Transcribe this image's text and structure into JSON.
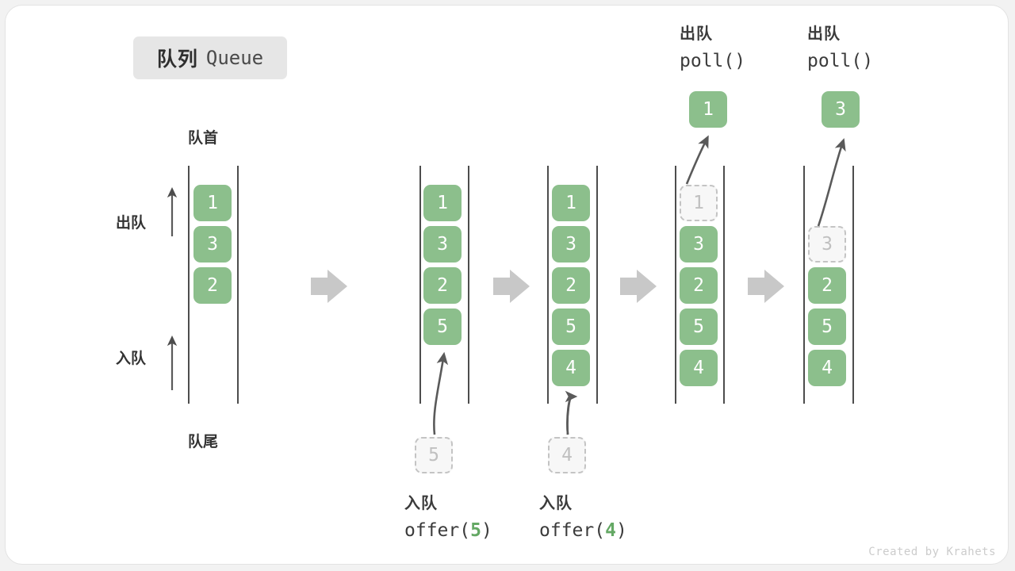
{
  "title": {
    "cn": "队列",
    "en": "Queue"
  },
  "colors": {
    "cell_fill": "#8cbf8c",
    "cell_text": "#ffffff",
    "ghost_fill": "#f7f7f7",
    "ghost_border": "#c4c4c4",
    "ghost_text": "#c0c0c0",
    "rail": "#4d4d4d",
    "big_arrow": "#c8c8c8",
    "accent_green": "#64a864",
    "badge_bg": "#e6e6e6",
    "card_bg": "#ffffff",
    "page_bg": "#f2f2f2"
  },
  "side_labels": {
    "front": "队首",
    "rear": "队尾",
    "dequeue": "出队",
    "enqueue": "入队"
  },
  "columns": [
    {
      "id": "col-1",
      "cells": [
        "1",
        "3",
        "2"
      ],
      "ghost_index": null
    },
    {
      "id": "col-2",
      "cells": [
        "1",
        "3",
        "2",
        "5"
      ],
      "ghost_index": null
    },
    {
      "id": "col-3",
      "cells": [
        "1",
        "3",
        "2",
        "5",
        "4"
      ],
      "ghost_index": null
    },
    {
      "id": "col-4",
      "cells": [
        "1",
        "3",
        "2",
        "5",
        "4"
      ],
      "ghost_index": 0
    },
    {
      "id": "col-5",
      "cells": [
        "3",
        "2",
        "5",
        "4"
      ],
      "ghost_index": 0
    }
  ],
  "operations": {
    "offer_5": {
      "cn": "入队",
      "code_prefix": "offer(",
      "arg": "5",
      "code_suffix": ")"
    },
    "offer_4": {
      "cn": "入队",
      "code_prefix": "offer(",
      "arg": "4",
      "code_suffix": ")"
    },
    "poll_1": {
      "cn": "出队",
      "code_prefix": "poll(",
      "arg": "",
      "code_suffix": ")"
    },
    "poll_2": {
      "cn": "出队",
      "code_prefix": "poll(",
      "arg": "",
      "code_suffix": ")"
    }
  },
  "incoming": [
    {
      "name": "incoming-5",
      "value": "5"
    },
    {
      "name": "incoming-4",
      "value": "4"
    }
  ],
  "outgoing": [
    {
      "name": "outgoing-1",
      "value": "1"
    },
    {
      "name": "outgoing-3",
      "value": "3"
    }
  ],
  "watermark": "Created by Krahets"
}
